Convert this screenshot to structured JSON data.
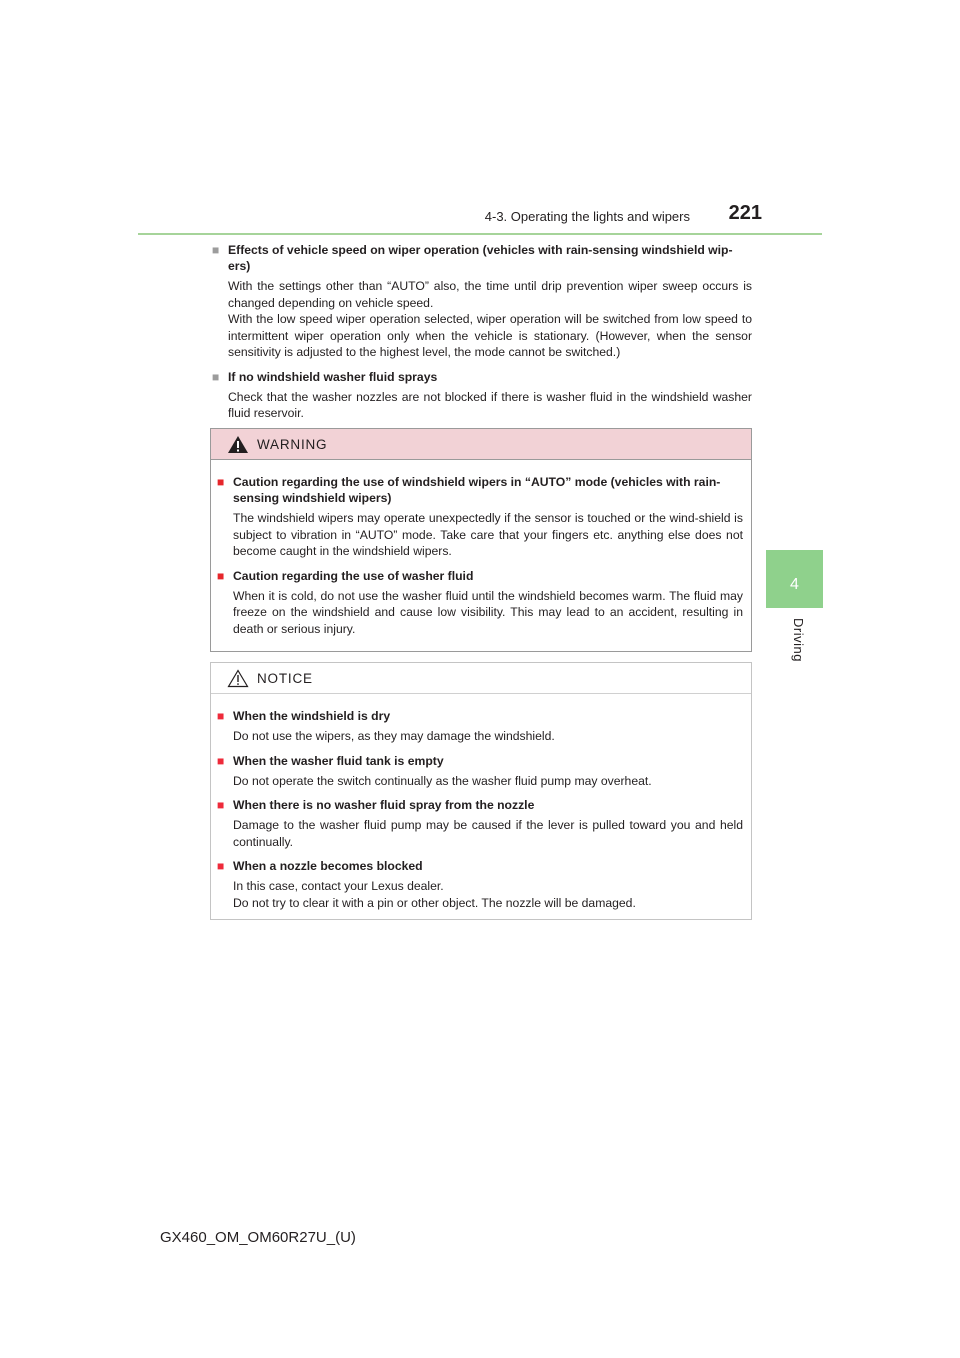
{
  "header": {
    "section": "4-3. Operating the lights and wipers",
    "page_number": "221",
    "rule_color": "#a6d49a"
  },
  "side_tab": {
    "number": "4",
    "label": "Driving",
    "color": "#8fd18c"
  },
  "topics": [
    {
      "heading": "Effects of vehicle speed on wiper operation (vehicles with rain-sensing windshield wip-ers)",
      "paragraphs": [
        "With the settings other than “AUTO” also, the time until drip prevention wiper sweep occurs is changed depending on vehicle speed.",
        "With the low speed wiper operation selected, wiper operation will be switched from low speed to intermittent wiper operation only when the vehicle is stationary. (However, when the sensor sensitivity is adjusted to the highest level, the mode cannot be switched.)"
      ]
    },
    {
      "heading": "If no windshield washer fluid sprays",
      "paragraphs": [
        "Check that the washer nozzles are not blocked if there is washer fluid in the windshield washer fluid reservoir."
      ]
    }
  ],
  "warning": {
    "title": "WARNING",
    "icon": "warning-triangle-icon",
    "header_color": "#f2d2d6",
    "items": [
      {
        "heading": "Caution regarding the use of windshield wipers in “AUTO” mode (vehicles with rain-sensing windshield wipers)",
        "body": "The windshield wipers may operate unexpectedly if the sensor is touched or the wind-shield is subject to vibration in “AUTO” mode. Take care that your fingers etc. anything else does not become caught in the windshield wipers."
      },
      {
        "heading": "Caution regarding the use of washer fluid",
        "body": "When it is cold, do not use the washer fluid until the windshield becomes warm. The fluid may freeze on the windshield and cause low visibility. This may lead to an accident, resulting in death or serious injury."
      }
    ]
  },
  "notice": {
    "title": "NOTICE",
    "icon": "notice-triangle-icon",
    "items": [
      {
        "heading": "When the windshield is dry",
        "body": [
          "Do not use the wipers, as they may damage the windshield."
        ]
      },
      {
        "heading": "When the washer fluid tank is empty",
        "body": [
          "Do not operate the switch continually as the washer fluid pump may overheat."
        ]
      },
      {
        "heading": "When there is no washer fluid spray from the nozzle",
        "body": [
          "Damage to the washer fluid pump may be caused if the lever is pulled toward you and held continually."
        ]
      },
      {
        "heading": "When a nozzle becomes blocked",
        "body": [
          "In this case, contact your Lexus dealer.",
          "Do not try to clear it with a pin or other object. The nozzle will be damaged."
        ]
      }
    ]
  },
  "footer": {
    "doc_code": "GX460_OM_OM60R27U_(U)"
  }
}
